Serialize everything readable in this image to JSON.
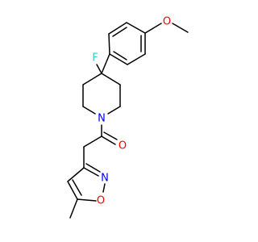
{
  "molecule": {
    "atoms": {
      "fluorine": "F",
      "methoxy_oxygen": "O",
      "piperidine_nitrogen": "N",
      "carbonyl_oxygen": "O",
      "isoxazole_nitrogen": "N",
      "isoxazole_oxygen": "O"
    },
    "colors": {
      "fluorine": "#33cccc",
      "oxygen": "#ff0000",
      "nitrogen": "#0000ff",
      "bond": "#000000",
      "background": "#ffffff"
    }
  }
}
